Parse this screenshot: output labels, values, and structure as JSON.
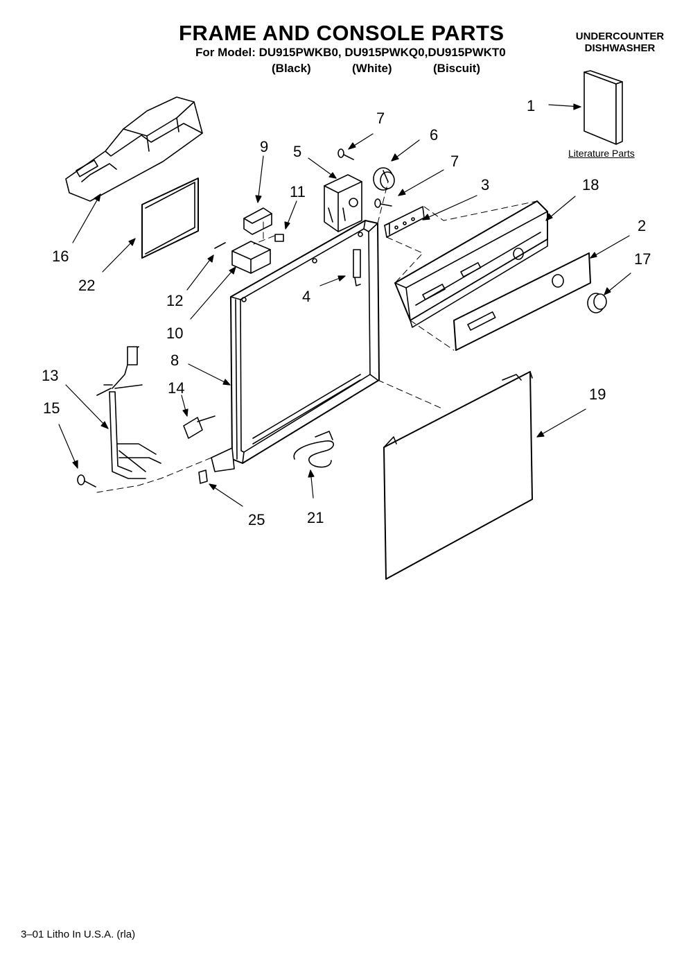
{
  "header": {
    "title": "FRAME AND CONSOLE PARTS",
    "models_line": "For Model: DU915PWKB0, DU915PWKQ0,DU915PWKT0",
    "colors": [
      "(Black)",
      "(White)",
      "(Biscuit)"
    ],
    "product_line1": "UNDERCOUNTER",
    "product_line2": "DISHWASHER"
  },
  "literature_label": "Literature Parts",
  "callouts": {
    "c1": "1",
    "c2": "2",
    "c3": "3",
    "c4": "4",
    "c5": "5",
    "c6": "6",
    "c7a": "7",
    "c7b": "7",
    "c8": "8",
    "c9": "9",
    "c10": "10",
    "c11": "11",
    "c12": "12",
    "c13": "13",
    "c14": "14",
    "c15": "15",
    "c16": "16",
    "c17": "17",
    "c18": "18",
    "c19": "19",
    "c21": "21",
    "c22": "22",
    "c25": "25"
  },
  "footer": "3–01 Litho In U.S.A. (rla)"
}
